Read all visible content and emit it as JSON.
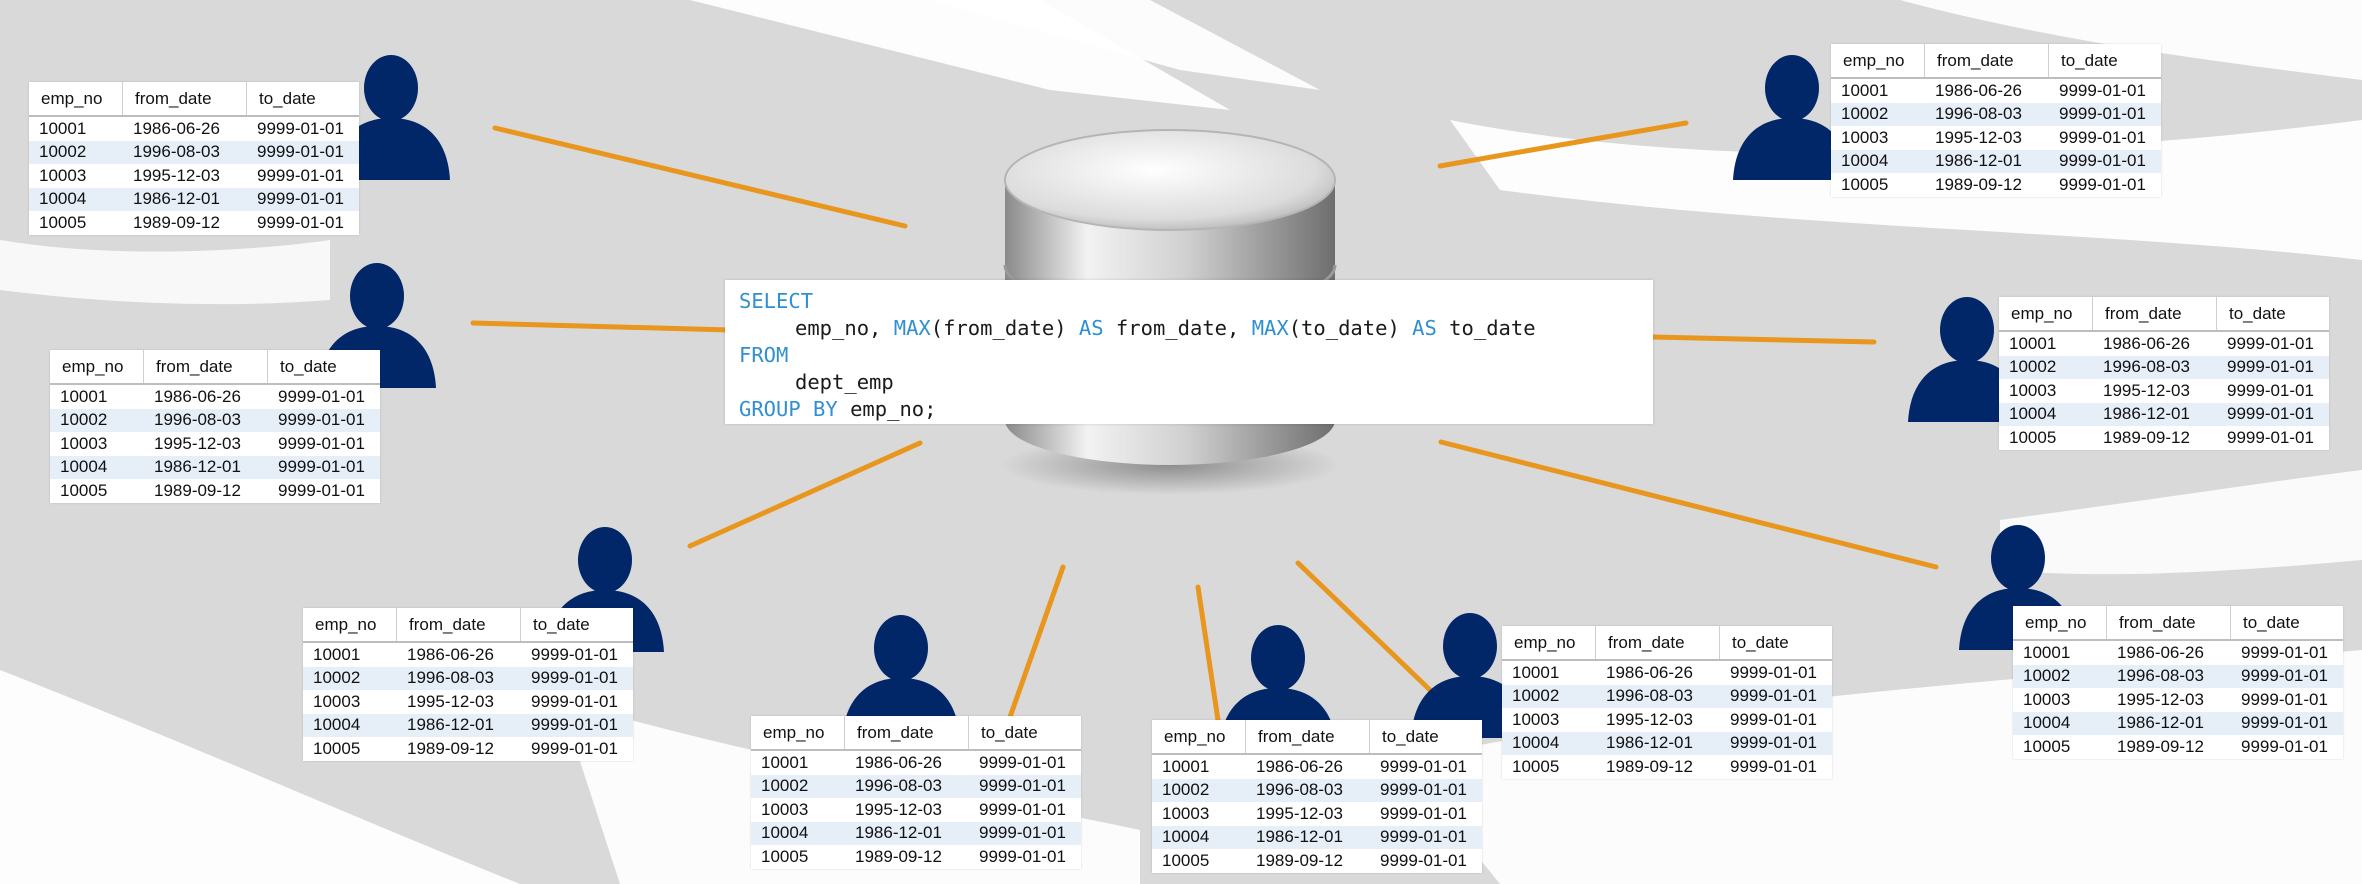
{
  "colors": {
    "background": "#d9d9d9",
    "brush_streak": "#ffffff",
    "connector": "#e8961e",
    "person": "#022769",
    "keyword": "#2f8fd0",
    "row_alt": "#e6eef8"
  },
  "icons": {
    "database": "database-cylinder-icon",
    "user": "user-silhouette-icon"
  },
  "sql": {
    "kw_select": "SELECT",
    "line2_a": "emp_no, ",
    "kw_max1": "MAX",
    "line2_b": "(from_date) ",
    "kw_as1": "AS",
    "line2_c": " from_date, ",
    "kw_max2": "MAX",
    "line2_d": "(to_date) ",
    "kw_as2": "AS",
    "line2_e": " to_date",
    "kw_from": "FROM",
    "line4": "dept_emp",
    "kw_group": "GROUP BY",
    "line5_rest": " emp_no;"
  },
  "table": {
    "headers": [
      "emp_no",
      "from_date",
      "to_date"
    ],
    "rows": [
      [
        "10001",
        "1986-06-26",
        "9999-01-01"
      ],
      [
        "10002",
        "1996-08-03",
        "9999-01-01"
      ],
      [
        "10003",
        "1995-12-03",
        "9999-01-01"
      ],
      [
        "10004",
        "1986-12-01",
        "9999-01-01"
      ],
      [
        "10005",
        "1989-09-12",
        "9999-01-01"
      ]
    ]
  }
}
